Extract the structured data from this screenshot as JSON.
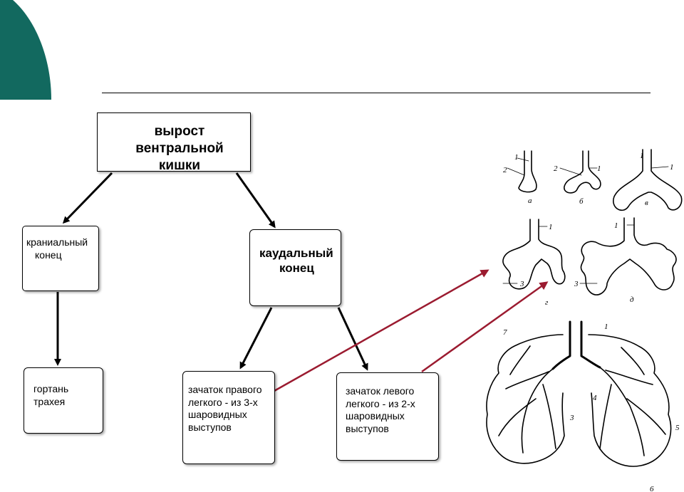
{
  "colors": {
    "accent": "#12695F",
    "link_arrow": "#9B1B30",
    "arrow": "#000000"
  },
  "boxes": {
    "root": [
      "вырост вентральной",
      "кишки"
    ],
    "cranial": [
      "краниальный",
      "конец"
    ],
    "caudal": [
      "каудальный",
      "конец"
    ],
    "larynx": [
      "гортань",
      "трахея"
    ],
    "right_lung": [
      "зачаток правого",
      "легкого - из 3-х",
      "шаровидных",
      "выступов"
    ],
    "left_lung": [
      "зачаток левого",
      "легкого - из 2-х",
      "шаровидных",
      "выступов"
    ]
  },
  "illustration": {
    "stage_labels": [
      "а",
      "б",
      "в",
      "г",
      "д"
    ],
    "numbers": [
      "1",
      "2",
      "1",
      "2",
      "1",
      "1",
      "1",
      "1",
      "3",
      "3",
      "7",
      "1",
      "4",
      "3",
      "5",
      "6"
    ]
  }
}
